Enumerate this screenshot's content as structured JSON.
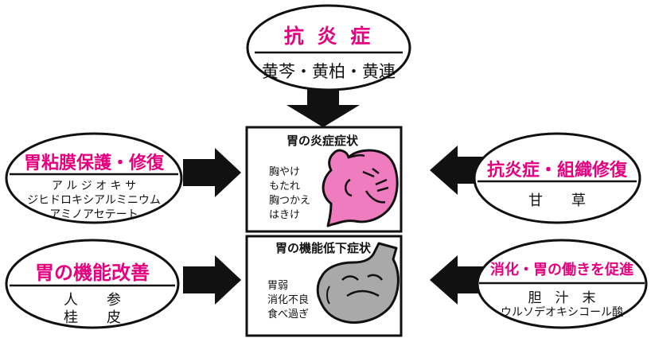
{
  "colors": {
    "accent": "#e4007f",
    "stomach_pink": "#f07cc0",
    "stomach_gray": "#a9a9a9",
    "outline": "#111111"
  },
  "top": {
    "title": "抗 炎 症",
    "herbs": "黄芩・黄柏・黄連"
  },
  "left_top": {
    "title": "胃粘膜保護・修復",
    "line1": "ア ル ジ オ キ サ",
    "line2": "ジヒドロキシアルミニウム",
    "line3": "アミノアセテート"
  },
  "right_top": {
    "title": "抗炎症・組織修復",
    "line1": "甘　　草"
  },
  "left_bottom": {
    "title": "胃の機能改善",
    "line1": "人　　参",
    "line2": "桂　　皮"
  },
  "right_bottom": {
    "title": "消化・胃の働きを促進",
    "line1": "胆　汁　末",
    "line2": "ウルソデオキシコール酸"
  },
  "center_top": {
    "title": "胃の炎症症状",
    "symptoms": [
      "胸やけ",
      "もたれ",
      "胸つかえ",
      "はきけ"
    ]
  },
  "center_bottom": {
    "title": "胃の機能低下症状",
    "symptoms": [
      "胃弱",
      "消化不良",
      "食べ過ぎ"
    ]
  }
}
